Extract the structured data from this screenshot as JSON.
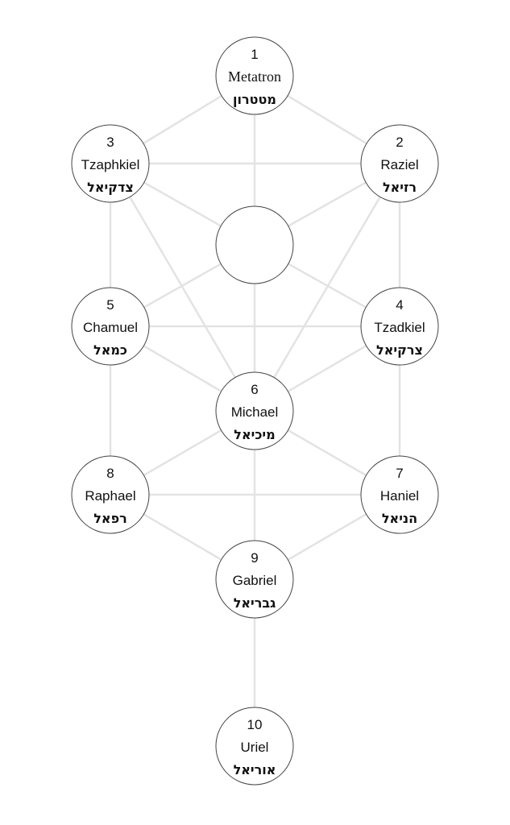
{
  "diagram": {
    "title": "",
    "nodes": [
      {
        "id": "1",
        "number": "1",
        "name": "Metatron",
        "hebrew": "מטטרון"
      },
      {
        "id": "2",
        "number": "2",
        "name": "Raziel",
        "hebrew": "רזיאל"
      },
      {
        "id": "3",
        "number": "3",
        "name": "Tzaphkiel",
        "hebrew": "צדקיאל"
      },
      {
        "id": "d",
        "number": "",
        "name": "",
        "hebrew": ""
      },
      {
        "id": "4",
        "number": "4",
        "name": "Tzadkiel",
        "hebrew": "צרקיאל"
      },
      {
        "id": "5",
        "number": "5",
        "name": "Chamuel",
        "hebrew": "כמאל"
      },
      {
        "id": "6",
        "number": "6",
        "name": "Michael",
        "hebrew": "מיכיאל"
      },
      {
        "id": "7",
        "number": "7",
        "name": "Haniel",
        "hebrew": "הניאל"
      },
      {
        "id": "8",
        "number": "8",
        "name": "Raphael",
        "hebrew": "רפאל"
      },
      {
        "id": "9",
        "number": "9",
        "name": "Gabriel",
        "hebrew": "גבריאל"
      },
      {
        "id": "10",
        "number": "10",
        "name": "Uriel",
        "hebrew": "אוריאל"
      }
    ],
    "edges": [
      [
        "1",
        "2"
      ],
      [
        "1",
        "3"
      ],
      [
        "1",
        "d"
      ],
      [
        "2",
        "3"
      ],
      [
        "2",
        "d"
      ],
      [
        "3",
        "d"
      ],
      [
        "2",
        "4"
      ],
      [
        "3",
        "5"
      ],
      [
        "2",
        "6"
      ],
      [
        "3",
        "6"
      ],
      [
        "d",
        "4"
      ],
      [
        "d",
        "5"
      ],
      [
        "d",
        "6"
      ],
      [
        "4",
        "5"
      ],
      [
        "4",
        "6"
      ],
      [
        "5",
        "6"
      ],
      [
        "4",
        "7"
      ],
      [
        "5",
        "8"
      ],
      [
        "6",
        "7"
      ],
      [
        "6",
        "8"
      ],
      [
        "6",
        "9"
      ],
      [
        "7",
        "8"
      ],
      [
        "7",
        "9"
      ],
      [
        "8",
        "9"
      ],
      [
        "9",
        "10"
      ]
    ]
  }
}
